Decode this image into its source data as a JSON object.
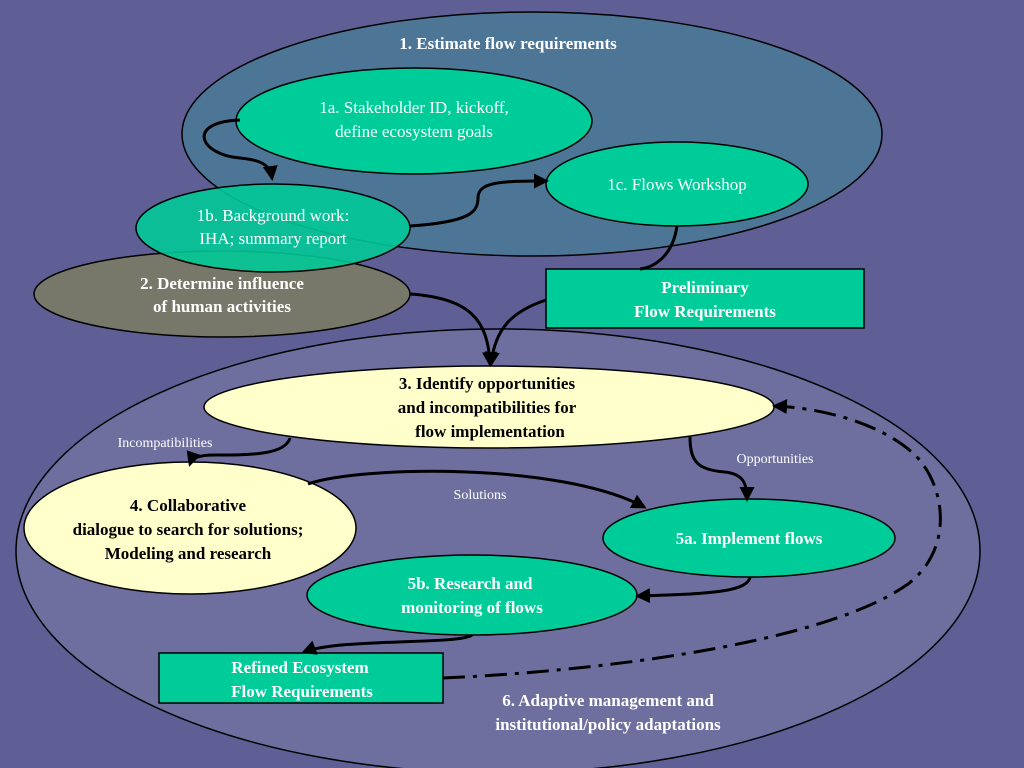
{
  "colors": {
    "background": "#5f5f96",
    "estimate_ellipse": "#4d7596",
    "adaptive_ellipse": "#6e6f9e",
    "teal": "#00cc99",
    "gray": "#77776a",
    "cream": "#ffffcc"
  },
  "nodes": {
    "estimate": {
      "title": "1. Estimate flow requirements"
    },
    "n1a": {
      "line1": "1a. Stakeholder ID, kickoff,",
      "line2": "define ecosystem goals"
    },
    "n1b": {
      "line1": "1b. Background work:",
      "line2": "IHA; summary report"
    },
    "n1c": {
      "label": "1c. Flows Workshop"
    },
    "n2": {
      "line1": "2. Determine influence",
      "line2": "of  human activities"
    },
    "prelim": {
      "line1": "Preliminary",
      "line2": "Flow  Requirements"
    },
    "n3": {
      "line1": "3. Identify opportunities",
      "line2": "and incompatibilities for",
      "line3": "flow implementation"
    },
    "n4": {
      "line1": "4. Collaborative",
      "line2": "dialogue to search for solutions;",
      "line3": "Modeling and research"
    },
    "n5a": {
      "label": "5a. Implement flows"
    },
    "n5b": {
      "line1": "5b. Research and",
      "line2": "monitoring of  flows"
    },
    "refined": {
      "line1": "Refined  Ecosystem",
      "line2": "Flow Requirements"
    },
    "n6": {
      "line1": "6. Adaptive management and",
      "line2": "institutional/policy adaptations"
    }
  },
  "edge_labels": {
    "incompatibilities": "Incompatibilities",
    "opportunities": "Opportunities",
    "solutions": "Solutions"
  }
}
